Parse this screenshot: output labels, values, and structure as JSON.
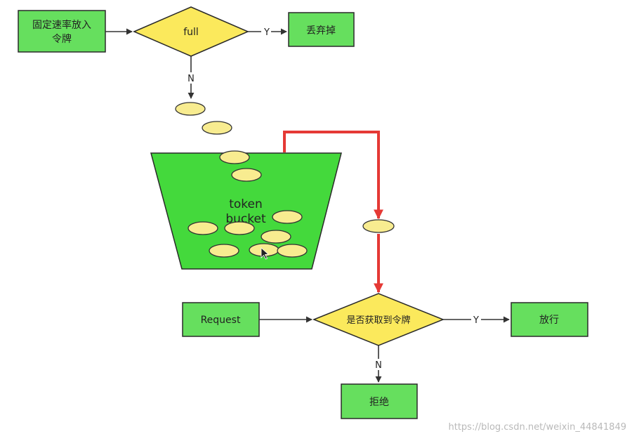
{
  "nodes": {
    "producer": {
      "line1": "固定速率放入",
      "line2": "令牌"
    },
    "full_check": "full",
    "discard": "丢弃掉",
    "bucket": {
      "line1": "token",
      "line2": "bucket"
    },
    "request": "Request",
    "token_check": "是否获取到令牌",
    "allow": "放行",
    "reject": "拒绝"
  },
  "edges": {
    "full_yes": "Y",
    "full_no": "N",
    "token_yes": "Y",
    "token_no": "N"
  },
  "colors": {
    "box_fill": "#66df5e",
    "box_stroke": "#2a2a2a",
    "diamond_fill": "#fbe95c",
    "bucket_fill": "#44d93c",
    "token_fill": "#f8ec90",
    "token_path": "#e53935",
    "arrow": "#333333"
  },
  "watermark": "https://blog.csdn.net/weixin_44841849"
}
